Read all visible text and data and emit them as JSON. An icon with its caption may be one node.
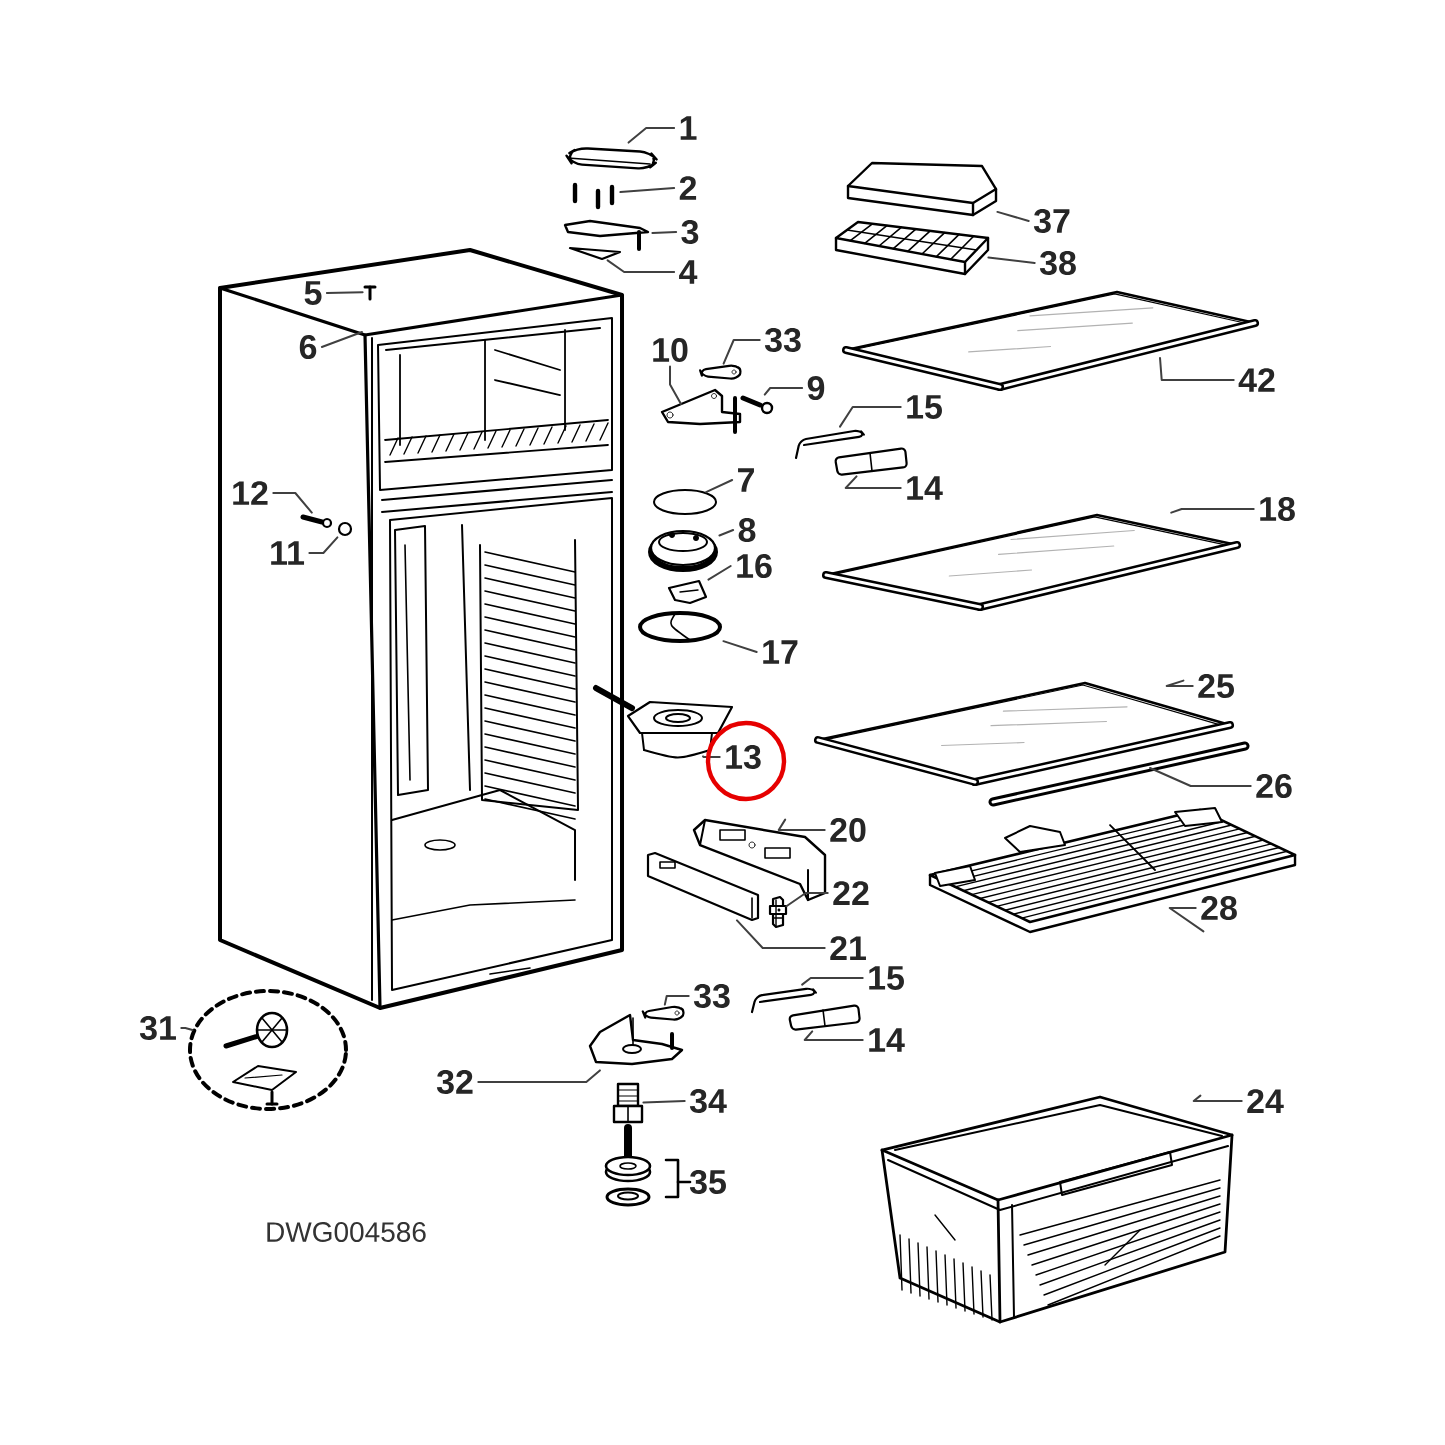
{
  "diagram": {
    "nodes": [
      {
        "text": [
          "1"
        ]
      },
      {
        "text": [],
        "shape": "picture"
      },
      {
        "text": [
          "2"
        ]
      },
      {
        "text": [],
        "shape": "picture"
      },
      {
        "text": [
          "3"
        ]
      },
      {
        "text": [],
        "shape": "picture"
      },
      {
        "text": [
          "4"
        ]
      },
      {
        "text": [],
        "shape": "picture"
      },
      {
        "text": [
          "5"
        ],
        "in": 11
      },
      {
        "text": [],
        "shape": "picture",
        "in": 11
      },
      {
        "text": [
          "6"
        ],
        "in": 11
      },
      {
        "text": [],
        "shape": "picture"
      },
      {
        "text": [
          "10"
        ]
      },
      {
        "text": [],
        "shape": "picture"
      },
      {
        "text": [
          "33"
        ]
      },
      {
        "text": [],
        "shape": "picture"
      },
      {
        "text": [
          "9"
        ]
      },
      {
        "text": [],
        "shape": "picture"
      },
      {
        "text": [
          "37"
        ]
      },
      {
        "text": [],
        "shape": "picture"
      },
      {
        "text": [
          "38"
        ]
      },
      {
        "text": [],
        "shape": "picture"
      },
      {
        "text": [
          "42"
        ]
      },
      {
        "text": [],
        "shape": "picture"
      },
      {
        "text": [
          "15"
        ]
      },
      {
        "text": [],
        "shape": "picture"
      },
      {
        "text": [
          "14"
        ]
      },
      {
        "text": [],
        "shape": "picture"
      },
      {
        "text": [
          "7"
        ]
      },
      {
        "text": [],
        "shape": "circle"
      },
      {
        "text": [
          "12"
        ],
        "in": 11
      },
      {
        "text": [],
        "shape": "picture",
        "in": 11
      },
      {
        "text": [
          "11"
        ],
        "in": 11
      },
      {
        "text": [],
        "shape": "picture",
        "in": 11
      },
      {
        "text": [
          "8"
        ]
      },
      {
        "text": [],
        "shape": "picture"
      },
      {
        "text": [
          "16"
        ]
      },
      {
        "text": [],
        "shape": "picture"
      },
      {
        "text": [
          "17"
        ]
      },
      {
        "text": [],
        "shape": "picture"
      },
      {
        "text": [
          "18"
        ]
      },
      {
        "text": [],
        "shape": "picture"
      },
      {
        "text": [
          "25"
        ]
      },
      {
        "text": [],
        "shape": "picture"
      },
      {
        "text": [
          "13"
        ]
      },
      {
        "text": [],
        "shape": "picture"
      },
      {
        "text": [
          "26"
        ]
      },
      {
        "text": [],
        "shape": "picture"
      },
      {
        "text": [
          "20"
        ]
      },
      {
        "text": [],
        "shape": "picture"
      },
      {
        "text": [
          "22"
        ]
      },
      {
        "text": [],
        "shape": "picture"
      },
      {
        "text": [
          "21"
        ]
      },
      {
        "text": [],
        "shape": "picture"
      },
      {
        "text": [
          "28"
        ]
      },
      {
        "text": [],
        "shape": "picture"
      },
      {
        "text": [
          "15"
        ]
      },
      {
        "text": [],
        "shape": "picture"
      },
      {
        "text": [
          "33"
        ]
      },
      {
        "text": [],
        "shape": "picture"
      },
      {
        "text": [
          "14"
        ]
      },
      {
        "text": [],
        "shape": "picture"
      },
      {
        "text": [
          "31"
        ]
      },
      {
        "text": [],
        "shape": "circle"
      },
      {
        "text": [
          "32"
        ]
      },
      {
        "text": [],
        "shape": "picture"
      },
      {
        "text": [
          "34"
        ]
      },
      {
        "text": [],
        "shape": "picture"
      },
      {
        "text": [
          "24"
        ]
      },
      {
        "text": [],
        "shape": "picture"
      }
    ],
    "edges": [
      {
        "from": 0,
        "to": 1,
        "arrow": "none"
      },
      {
        "from": 2,
        "to": 3,
        "arrow": "none"
      },
      {
        "from": 4,
        "to": 5,
        "arrow": "none"
      },
      {
        "from": 6,
        "to": 7,
        "arrow": "none"
      },
      {
        "from": 8,
        "to": 9,
        "arrow": "none"
      },
      {
        "from": 10,
        "to": 11,
        "arrow": "none"
      },
      {
        "from": 12,
        "to": 13,
        "arrow": "none"
      },
      {
        "from": 14,
        "to": 15,
        "arrow": "none"
      },
      {
        "from": 16,
        "to": 17,
        "arrow": "none"
      },
      {
        "from": 18,
        "to": 19,
        "arrow": "none"
      },
      {
        "from": 20,
        "to": 21,
        "arrow": "none"
      },
      {
        "from": 22,
        "to": 23,
        "arrow": "none"
      },
      {
        "from": 24,
        "to": 25,
        "arrow": "none"
      },
      {
        "from": 26,
        "to": 27,
        "arrow": "none"
      },
      {
        "from": 28,
        "to": 29,
        "arrow": "none"
      },
      {
        "from": 30,
        "to": 31,
        "arrow": "none"
      },
      {
        "from": 32,
        "to": 33,
        "arrow": "none"
      },
      {
        "from": 34,
        "to": 35,
        "arrow": "none"
      },
      {
        "from": 36,
        "to": 37,
        "arrow": "none"
      },
      {
        "from": 38,
        "to": 39,
        "arrow": "none"
      },
      {
        "from": 40,
        "to": 41,
        "arrow": "none"
      },
      {
        "from": 42,
        "to": 43,
        "arrow": "none"
      },
      {
        "from": 44,
        "to": 45,
        "arrow": "none"
      },
      {
        "from": 46,
        "to": 47,
        "arrow": "none"
      },
      {
        "from": 48,
        "to": 49,
        "arrow": "none"
      },
      {
        "from": 50,
        "to": 51,
        "arrow": "none"
      },
      {
        "from": 52,
        "to": 53,
        "arrow": "none"
      },
      {
        "from": 54,
        "to": 55,
        "arrow": "none"
      },
      {
        "from": 56,
        "to": 57,
        "arrow": "none"
      },
      {
        "from": 58,
        "to": 59,
        "arrow": "none"
      },
      {
        "from": 60,
        "to": 61,
        "arrow": "none"
      },
      {
        "from": 62,
        "to": 63,
        "arrow": "none"
      },
      {
        "from": 64,
        "to": 65,
        "arrow": "none"
      },
      {
        "from": 66,
        "to": 67,
        "arrow": "none"
      },
      {
        "from": 68,
        "to": 69,
        "arrow": "none"
      }
    ],
    "labels": [
      "35",
      "DWG004586"
    ]
  }
}
